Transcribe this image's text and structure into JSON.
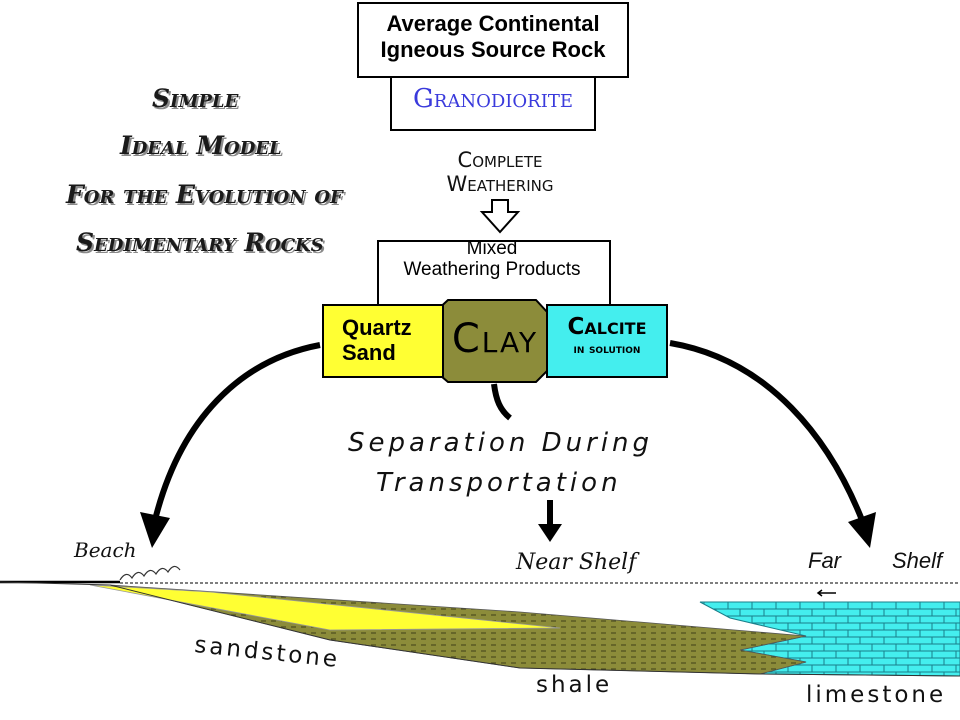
{
  "title": {
    "lines": [
      "Simple",
      "Ideal Model",
      "For the Evolution of",
      "Sedimentary Rocks"
    ]
  },
  "source": {
    "line1": "Average Continental",
    "line2": "Igneous Source Rock",
    "rock_name": "Granodiorite"
  },
  "weathering": {
    "line1": "Complete",
    "line2": "Weathering"
  },
  "products": {
    "line1": "Mixed",
    "line2": "Weathering Products",
    "quartz_line1": "Quartz",
    "quartz_line2": "Sand",
    "clay": "Clay",
    "calcite_line1": "Calcite",
    "calcite_line2": "in solution"
  },
  "separation": {
    "line1": "Separation During",
    "line2": "Transportation"
  },
  "environments": {
    "beach": "Beach",
    "near_shelf": "Near Shelf",
    "far": "Far",
    "shelf": "Shelf"
  },
  "rocks": {
    "sandstone": "sandstone",
    "shale": "shale",
    "limestone": "limestone"
  },
  "colors": {
    "quartz": "#ffff33",
    "clay": "#8c8c3a",
    "calcite": "#44eeee",
    "granodiorite_text": "#3a3adc"
  }
}
